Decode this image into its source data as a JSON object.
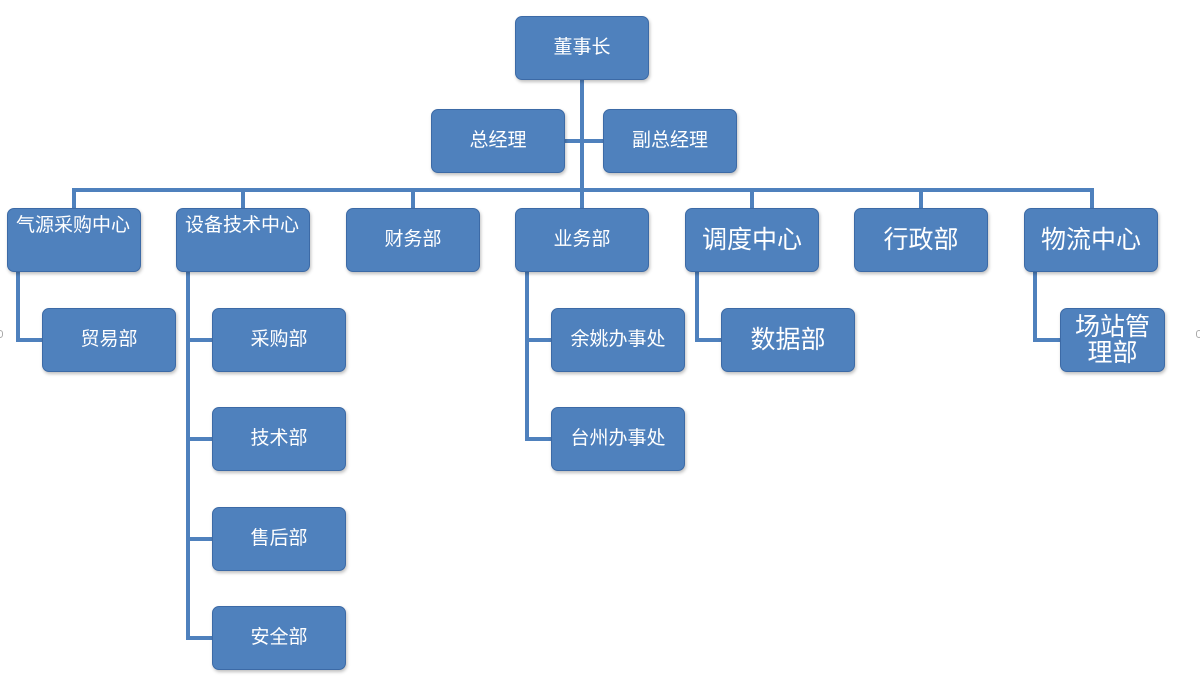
{
  "colors": {
    "node_fill": "#4f81bd",
    "node_border": "#3c6aa6",
    "node_text": "#ffffff",
    "connector": "#4f81bd"
  },
  "nodes": {
    "chairman": "董事长",
    "general_manager": "总经理",
    "deputy_general_manager": "副总经理",
    "gas_procurement_center": "气源采购中心",
    "equipment_tech_center": "设备技术中心",
    "finance_dept": "财务部",
    "business_dept": "业务部",
    "dispatch_center": "调度中心",
    "admin_dept": "行政部",
    "logistics_center": "物流中心",
    "trade_dept": "贸易部",
    "procurement_dept": "采购部",
    "technology_dept": "技术部",
    "after_sales_dept": "售后部",
    "safety_dept": "安全部",
    "yuyao_office": "余姚办事处",
    "taizhou_office": "台州办事处",
    "data_dept": "数据部",
    "station_management_dept": "场站管理部"
  }
}
